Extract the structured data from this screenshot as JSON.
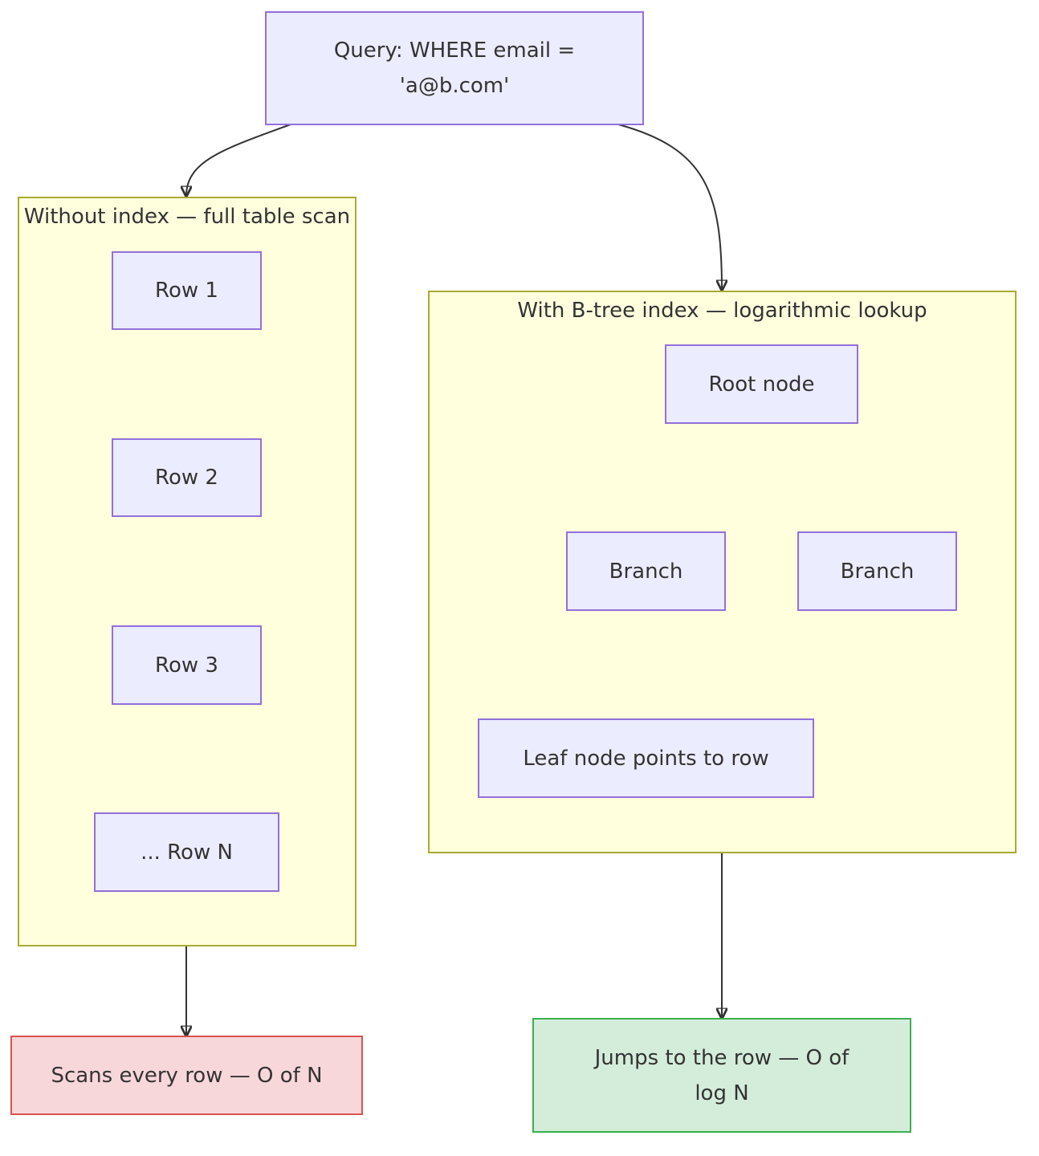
{
  "diagram": {
    "query_node": "Query: WHERE email = 'a@b.com'",
    "without_index": {
      "title": "Without index — full table scan",
      "rows": [
        "Row 1",
        "Row 2",
        "Row 3",
        "... Row N"
      ]
    },
    "with_index": {
      "title": "With B-tree index — logarithmic lookup",
      "root": "Root node",
      "branch_left": "Branch",
      "branch_right": "Branch",
      "leaf": "Leaf node points to row"
    },
    "result_scan": "Scans every row — O of N",
    "result_index": "Jumps to the row — O of log N"
  },
  "colors": {
    "node_fill": "#ececff",
    "node_border": "#9370db",
    "cluster_fill": "#ffffde",
    "cluster_border": "#aaaa33",
    "bad_fill": "#f8d7da",
    "bad_border": "#d9534f",
    "good_fill": "#d4edda",
    "good_border": "#3cb050",
    "edge": "#333333"
  }
}
